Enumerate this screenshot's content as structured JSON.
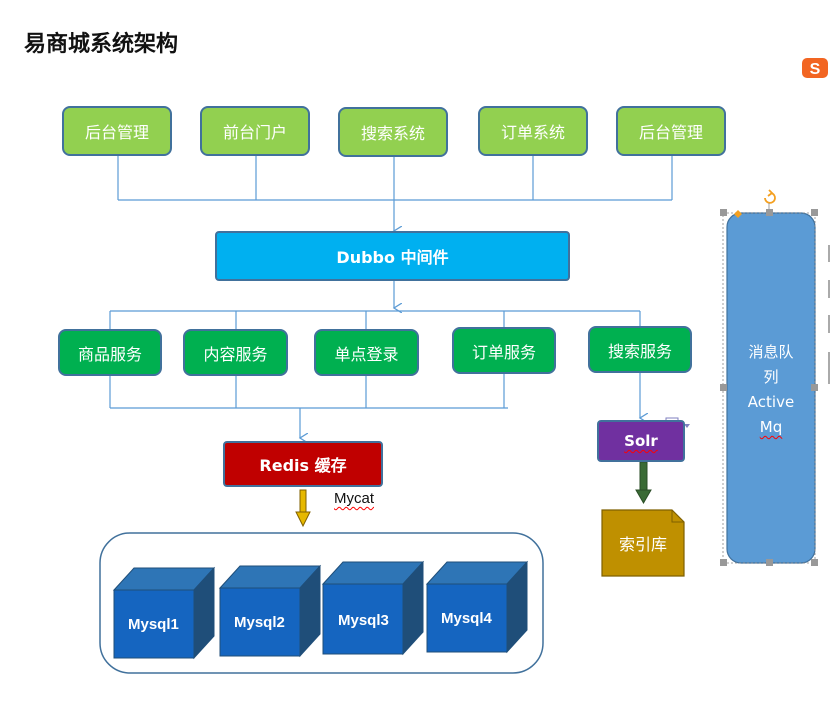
{
  "title": "易商城系统架构",
  "top_row": [
    "后台管理",
    "前台门户",
    "搜索系统",
    "订单系统",
    "后台管理"
  ],
  "dubbo": "Dubbo 中间件",
  "services": [
    "商品服务",
    "内容服务",
    "单点登录",
    "订单服务",
    "搜索服务"
  ],
  "redis": "Redis 缓存",
  "mycat": "Mycat",
  "mysql": [
    "Mysql1",
    "Mysql2",
    "Mysql3",
    "Mysql4"
  ],
  "solr": "Solr",
  "index_db": "索引库",
  "mq": {
    "line1": "消息队",
    "line2": "列",
    "line3": "Active",
    "line4": "Mq"
  },
  "logo": "S",
  "colors": {
    "top_row": "#92d050",
    "services": "#00b050",
    "dubbo": "#00b0f0",
    "redis": "#c00000",
    "solr": "#7030a0",
    "index_db": "#bf9000",
    "mysql": "#1f6fc2",
    "mq": "#5b9bd5",
    "connector": "#5b9bd5",
    "mycat_arrow": "#e6b800"
  }
}
